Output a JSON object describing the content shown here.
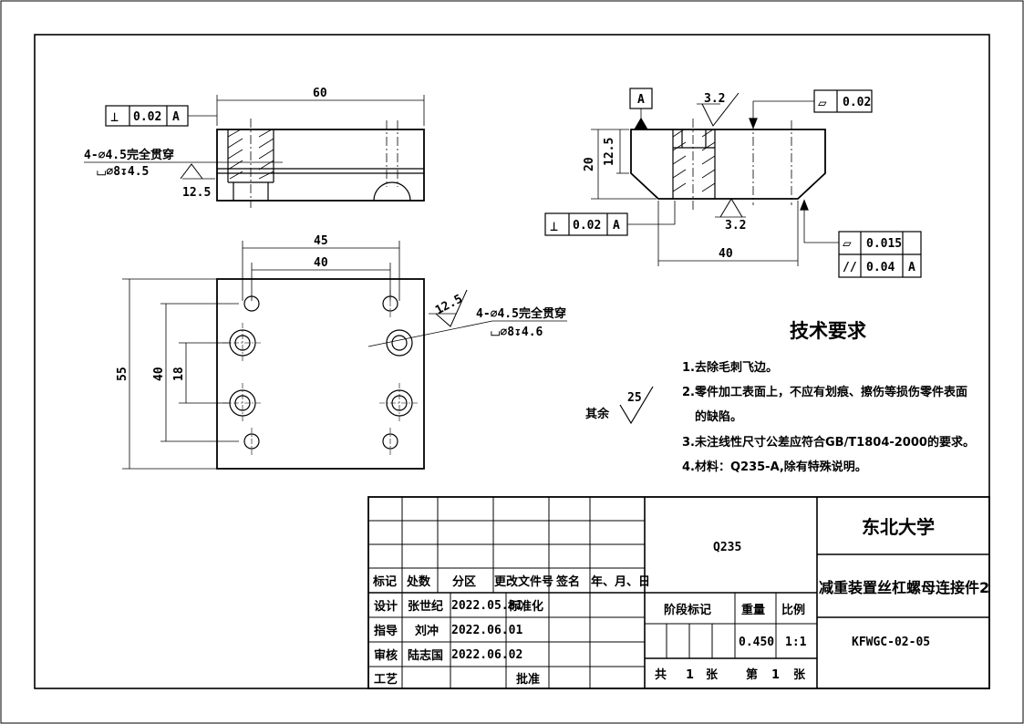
{
  "front_view": {
    "width_dim": "60",
    "perp_symbol": "⊥",
    "perp_value": "0.02",
    "perp_datum": "A",
    "hole_note_1": "4-⌀4.5完全贯穿",
    "hole_note_2": "⌴⌀8↧4.5",
    "roughness": "12.5"
  },
  "side_view": {
    "datum_label": "A",
    "roughness_top": "3.2",
    "roughness_bottom": "3.2",
    "flat_symbol": "▱",
    "flat_value": "0.02",
    "height_dim": "20",
    "inner_height_dim": "12.5",
    "perp_symbol": "⊥",
    "perp_value": "0.02",
    "perp_datum": "A",
    "width_dim": "40",
    "flat2_symbol": "▱",
    "flat2_value": "0.015",
    "par_symbol": "//",
    "par_value": "0.04",
    "par_datum": "A"
  },
  "top_view": {
    "dim_45": "45",
    "dim_40": "40",
    "dim_55": "55",
    "dim_40v": "40",
    "dim_18": "18",
    "roughness": "12.5",
    "hole_note_1": "4-⌀4.5完全贯穿",
    "hole_note_2": "⌴⌀8↧4.6"
  },
  "other_roughness": {
    "label": "其余",
    "value": "25"
  },
  "tech": {
    "title": "技术要求",
    "items": [
      "1.去除毛刺飞边。",
      "2.零件加工表面上，不应有划痕、擦伤等损伤零件表面",
      "的缺陷。",
      "3.未注线性尺寸公差应符合GB/T1804-2000的要求。",
      "4.材料：Q235-A,除有特殊说明。"
    ]
  },
  "title_block": {
    "headers": [
      "标记",
      "处数",
      "分区",
      "更改文件号",
      "签名",
      "年、月、日"
    ],
    "material": "Q235",
    "university": "东北大学",
    "part_name": "减重装置丝杠螺母连接件2",
    "drawing_no": "KFWGC-02-05",
    "stage_label": "阶段标记",
    "weight_label": "重量",
    "scale_label": "比例",
    "weight": "0.450",
    "scale": "1:1",
    "total_label": "共",
    "total_count": "1",
    "sheet_unit": "张",
    "sheet_label": "第",
    "sheet_no": "1",
    "sheet_unit2": "张",
    "design_label": "设计",
    "designer": "张世纪",
    "design_date": "2022.05.31",
    "standard_label": "标准化",
    "guide_label": "指导",
    "guide": "刘冲",
    "guide_date": "2022.06.01",
    "review_label": "审核",
    "reviewer": "陆志国",
    "review_date": "2022.06.02",
    "process_label": "工艺",
    "approve_label": "批准"
  }
}
